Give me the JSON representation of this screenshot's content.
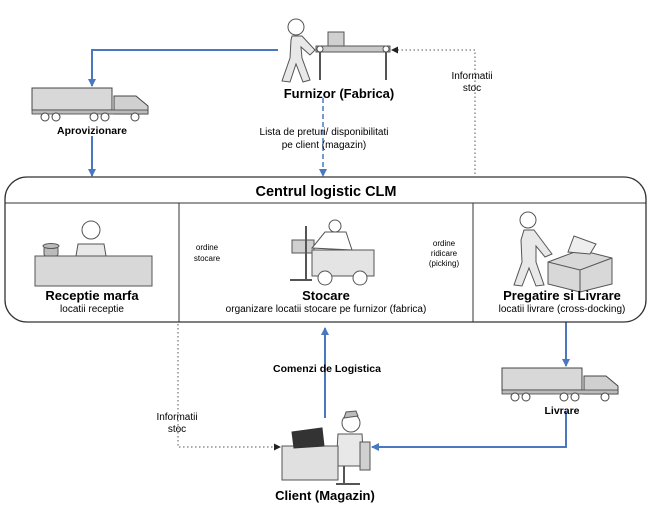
{
  "colors": {
    "flow_arrow": "#4a78c0",
    "info_arrow": "#555555",
    "figure": "#9a9a9a",
    "box_fill": "#d0d0d0"
  },
  "nodes": {
    "furnizor": "Furnizor (Fabrica)",
    "aprovizionare": "Aprovizionare",
    "client": "Client (Magazin)",
    "livrare": "Livrare"
  },
  "center": {
    "title": "Centrul logistic CLM",
    "receptie": {
      "title": "Receptie marfa",
      "subtitle": "locatii receptie"
    },
    "stocare": {
      "title": "Stocare",
      "subtitle": "organizare locatii stocare pe furnizor (fabrica)"
    },
    "pregatire": {
      "title": "Pregatire si Livrare",
      "subtitle": "locatii livrare (cross-docking)"
    }
  },
  "labels": {
    "lista_line1": "Lista de preturi/ disponibilitati",
    "lista_line2": "pe client (magazin)",
    "info_top_line1": "Informatii",
    "info_top_line2": "stoc",
    "info_bottom_line1": "Informatii",
    "info_bottom_line2": "stoc",
    "ordine_stocare_line1": "ordine",
    "ordine_stocare_line2": "stocare",
    "ordine_ridicare_line1": "ordine",
    "ordine_ridicare_line2": "ridicare",
    "ordine_ridicare_line3": "(picking)",
    "comenzi": "Comenzi de Logistica"
  },
  "icons": [
    "worker-at-conveyor-icon",
    "truck-icon",
    "receptionist-desk-icon",
    "forklift-icon",
    "worker-lifting-box-icon",
    "client-at-computer-icon"
  ]
}
